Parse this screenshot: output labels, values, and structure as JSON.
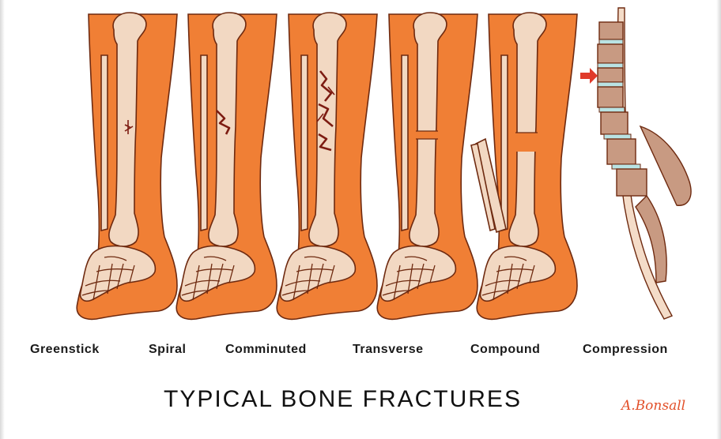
{
  "title": "TYPICAL BONE FRACTURES",
  "signature": "A.Bonsall",
  "fracture_types": [
    {
      "label": "Greenstick"
    },
    {
      "label": "Spiral"
    },
    {
      "label": "Comminuted"
    },
    {
      "label": "Transverse"
    },
    {
      "label": "Compound"
    },
    {
      "label": "Compression"
    }
  ],
  "colors": {
    "skin": "#f07f35",
    "bone": "#f2d8c2",
    "outline": "#6e2a10",
    "fracture_line": "#7d1c12",
    "signature": "#e2502a",
    "disc": "#b9e3e3"
  }
}
